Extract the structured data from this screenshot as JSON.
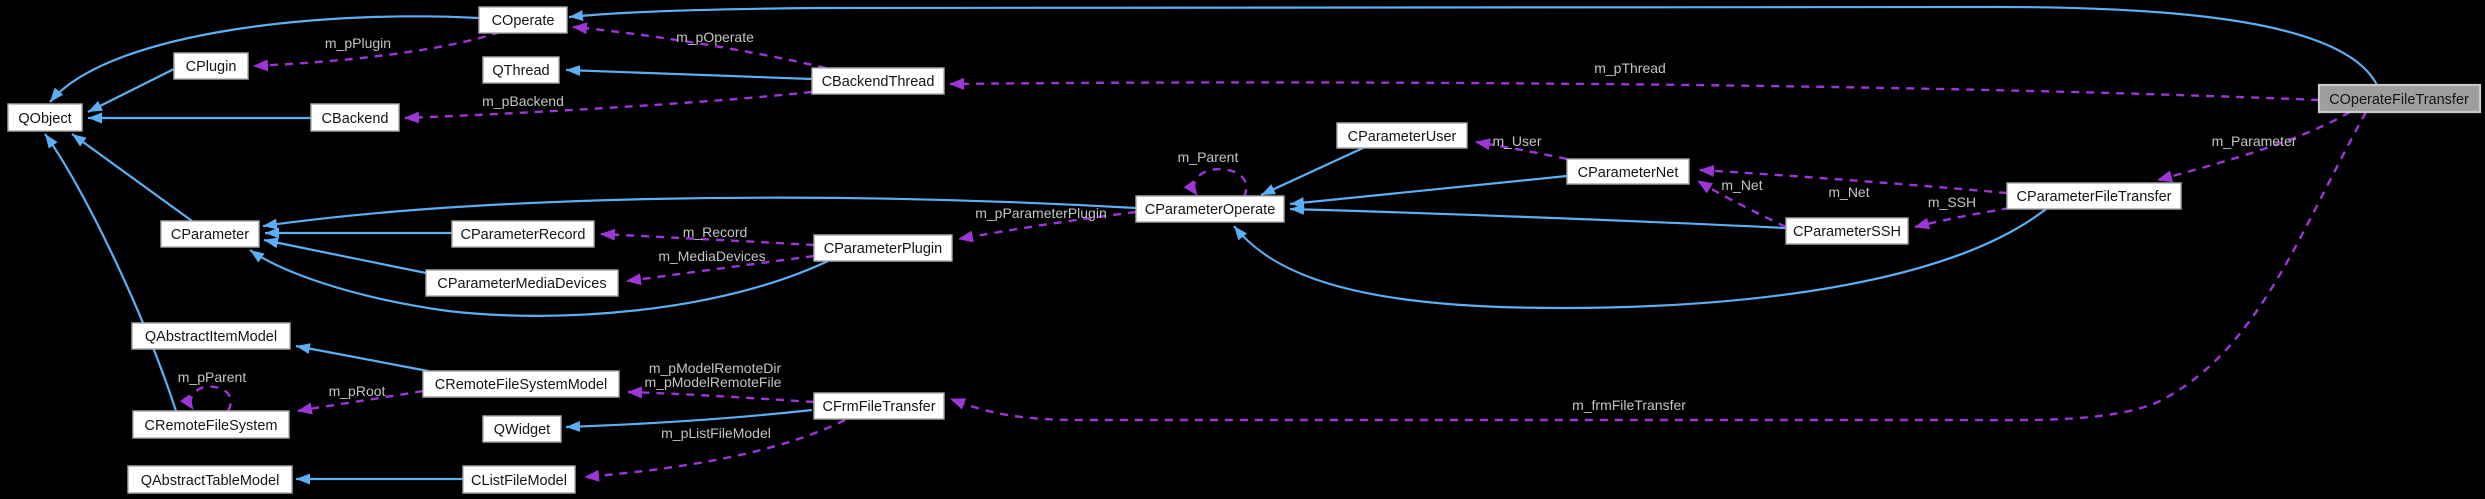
{
  "diagram": {
    "kind": "doxygen-collaboration-graph",
    "highlighted_node": "COperateFileTransfer",
    "colors": {
      "background": "#000000",
      "node_fill": "#ffffff",
      "node_border": "#a9a9a9",
      "highlight_fill": "#9e9e9e",
      "node_text": "#151515",
      "inheritance_edge": "#5caef5",
      "member_edge": "#9e35d6",
      "edge_label": "#c4c4c4"
    },
    "nodes": {
      "COperate": {
        "label": "COperate"
      },
      "CPlugin": {
        "label": "CPlugin"
      },
      "QThread": {
        "label": "QThread"
      },
      "QObject": {
        "label": "QObject"
      },
      "CBackend": {
        "label": "CBackend"
      },
      "CBackendThread": {
        "label": "CBackendThread"
      },
      "COperateFileTransfer": {
        "label": "COperateFileTransfer"
      },
      "CParameterUser": {
        "label": "CParameterUser"
      },
      "CParameterNet": {
        "label": "CParameterNet"
      },
      "CParameterOperate": {
        "label": "CParameterOperate"
      },
      "CParameterFileTransfer": {
        "label": "CParameterFileTransfer"
      },
      "CParameterSSH": {
        "label": "CParameterSSH"
      },
      "CParameter": {
        "label": "CParameter"
      },
      "CParameterRecord": {
        "label": "CParameterRecord"
      },
      "CParameterPlugin": {
        "label": "CParameterPlugin"
      },
      "CParameterMediaDevices": {
        "label": "CParameterMediaDevices"
      },
      "QAbstractItemModel": {
        "label": "QAbstractItemModel"
      },
      "CRemoteFileSystemModel": {
        "label": "CRemoteFileSystemModel"
      },
      "CRemoteFileSystem": {
        "label": "CRemoteFileSystem"
      },
      "QWidget": {
        "label": "QWidget"
      },
      "CFrmFileTransfer": {
        "label": "CFrmFileTransfer"
      },
      "QAbstractTableModel": {
        "label": "QAbstractTableModel"
      },
      "CListFileModel": {
        "label": "CListFileModel"
      }
    },
    "edge_labels": {
      "m_pPlugin": "m_pPlugin",
      "m_pOperate": "m_pOperate",
      "m_pBackend": "m_pBackend",
      "m_pThread": "m_pThread",
      "m_Parameter": "m_Parameter",
      "m_frmFileTransfer": "m_frmFileTransfer",
      "m_Parent": "m_Parent",
      "m_User": "m_User",
      "m_Net": "m_Net",
      "m_SSH": "m_SSH",
      "m_pParameterPlugin": "m_pParameterPlugin",
      "m_Record": "m_Record",
      "m_MediaDevices": "m_MediaDevices",
      "m_pModelRemoteDir": "m_pModelRemoteDir",
      "m_pModelRemoteFile": "m_pModelRemoteFile",
      "m_pRoot": "m_pRoot",
      "m_pParent": "m_pParent",
      "m_pListFileModel": "m_pListFileModel"
    },
    "relationships": [
      {
        "from": "COperate",
        "to": "QObject",
        "type": "inheritance"
      },
      {
        "from": "CPlugin",
        "to": "QObject",
        "type": "inheritance"
      },
      {
        "from": "CBackend",
        "to": "QObject",
        "type": "inheritance"
      },
      {
        "from": "CParameter",
        "to": "QObject",
        "type": "inheritance"
      },
      {
        "from": "CRemoteFileSystem",
        "to": "QObject",
        "type": "inheritance"
      },
      {
        "from": "CBackendThread",
        "to": "QThread",
        "type": "inheritance"
      },
      {
        "from": "COperateFileTransfer",
        "to": "COperate",
        "type": "inheritance"
      },
      {
        "from": "CParameterUser",
        "to": "CParameterOperate",
        "type": "inheritance"
      },
      {
        "from": "CParameterNet",
        "to": "CParameterOperate",
        "type": "inheritance"
      },
      {
        "from": "CParameterSSH",
        "to": "CParameterOperate",
        "type": "inheritance"
      },
      {
        "from": "CParameterFileTransfer",
        "to": "CParameterOperate",
        "type": "inheritance"
      },
      {
        "from": "CParameterOperate",
        "to": "CParameter",
        "type": "inheritance"
      },
      {
        "from": "CParameterRecord",
        "to": "CParameter",
        "type": "inheritance"
      },
      {
        "from": "CParameterMediaDevices",
        "to": "CParameter",
        "type": "inheritance"
      },
      {
        "from": "CParameterPlugin",
        "to": "CParameter",
        "type": "inheritance"
      },
      {
        "from": "CRemoteFileSystemModel",
        "to": "QAbstractItemModel",
        "type": "inheritance"
      },
      {
        "from": "CFrmFileTransfer",
        "to": "QWidget",
        "type": "inheritance"
      },
      {
        "from": "CListFileModel",
        "to": "QAbstractTableModel",
        "type": "inheritance"
      },
      {
        "from": "COperate",
        "to": "CPlugin",
        "type": "member",
        "label": "m_pPlugin"
      },
      {
        "from": "CBackendThread",
        "to": "COperate",
        "type": "member",
        "label": "m_pOperate"
      },
      {
        "from": "CBackendThread",
        "to": "CBackend",
        "type": "member",
        "label": "m_pBackend"
      },
      {
        "from": "COperateFileTransfer",
        "to": "CBackendThread",
        "type": "member",
        "label": "m_pThread"
      },
      {
        "from": "COperateFileTransfer",
        "to": "CParameterFileTransfer",
        "type": "member",
        "label": "m_Parameter"
      },
      {
        "from": "COperateFileTransfer",
        "to": "CFrmFileTransfer",
        "type": "member",
        "label": "m_frmFileTransfer"
      },
      {
        "from": "CParameterOperate",
        "to": "CParameterOperate",
        "type": "member",
        "label": "m_Parent"
      },
      {
        "from": "CParameterNet",
        "to": "CParameterUser",
        "type": "member",
        "label": "m_User"
      },
      {
        "from": "CParameterSSH",
        "to": "CParameterNet",
        "type": "member",
        "label": "m_Net"
      },
      {
        "from": "CParameterFileTransfer",
        "to": "CParameterNet",
        "type": "member",
        "label": "m_Net"
      },
      {
        "from": "CParameterFileTransfer",
        "to": "CParameterSSH",
        "type": "member",
        "label": "m_SSH"
      },
      {
        "from": "CParameterOperate",
        "to": "CParameterPlugin",
        "type": "member",
        "label": "m_pParameterPlugin"
      },
      {
        "from": "CParameterPlugin",
        "to": "CParameterRecord",
        "type": "member",
        "label": "m_Record"
      },
      {
        "from": "CParameterPlugin",
        "to": "CParameterMediaDevices",
        "type": "member",
        "label": "m_MediaDevices"
      },
      {
        "from": "CFrmFileTransfer",
        "to": "CRemoteFileSystemModel",
        "type": "member",
        "label": "m_pModelRemoteDir"
      },
      {
        "from": "CFrmFileTransfer",
        "to": "CRemoteFileSystemModel",
        "type": "member",
        "label": "m_pModelRemoteFile"
      },
      {
        "from": "CRemoteFileSystemModel",
        "to": "CRemoteFileSystem",
        "type": "member",
        "label": "m_pRoot"
      },
      {
        "from": "CRemoteFileSystem",
        "to": "CRemoteFileSystem",
        "type": "member",
        "label": "m_pParent"
      },
      {
        "from": "CFrmFileTransfer",
        "to": "CListFileModel",
        "type": "member",
        "label": "m_pListFileModel"
      }
    ]
  }
}
